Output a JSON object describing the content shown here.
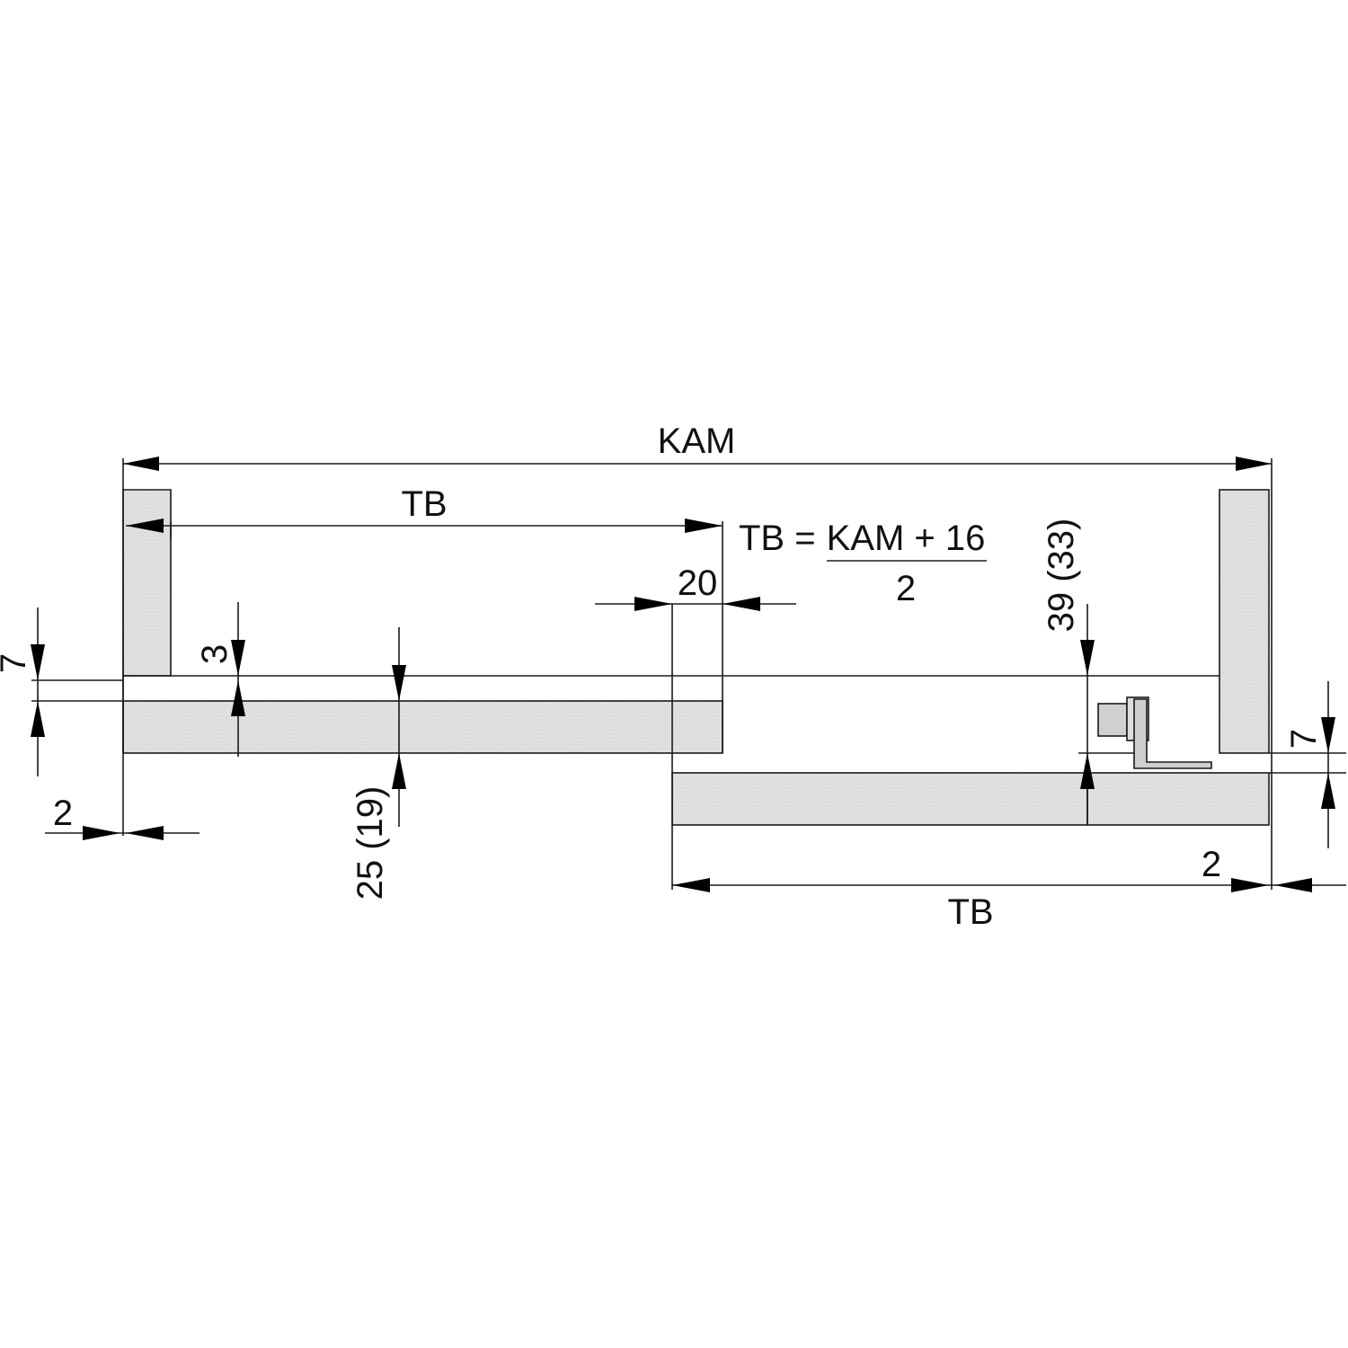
{
  "diagram": {
    "colors": {
      "line": "#1a1a1a",
      "fill": "#e4e4e4",
      "text": "#111111"
    },
    "labels": {
      "kam_top": "KAM",
      "tb_top": "TB",
      "tb_bottom": "TB",
      "formula_lhs": "TB = ",
      "formula_numerator": "KAM + 16",
      "formula_denominator": "2",
      "dim_20": "20",
      "dim_3": "3",
      "dim_7_left": "7",
      "dim_7_right": "7",
      "dim_2_left": "2",
      "dim_2_right": "2",
      "dim_25_19": "25  (19)",
      "dim_39_33": "39   (33)"
    }
  }
}
